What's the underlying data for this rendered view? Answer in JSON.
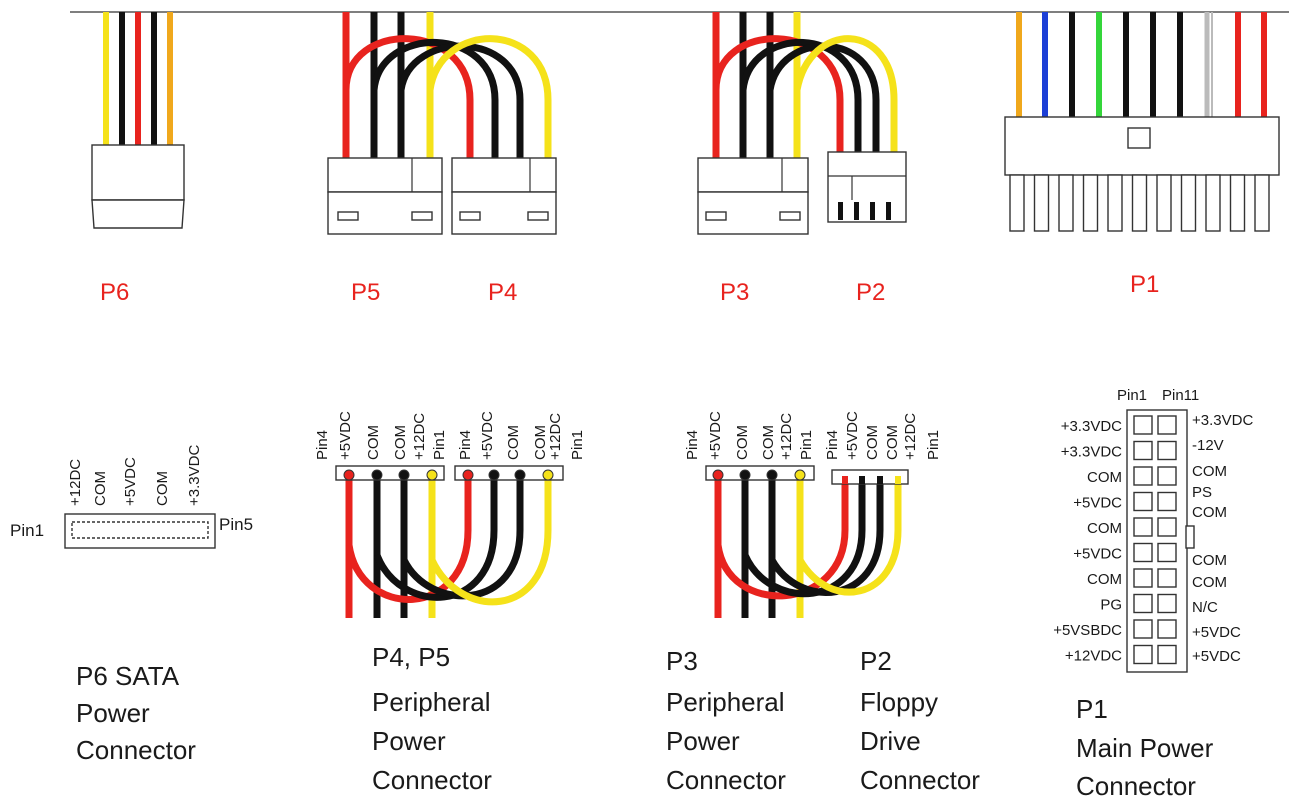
{
  "colors": {
    "red": "#e8231e",
    "black": "#111111",
    "yellow": "#f5e21a",
    "orange": "#f0a81c",
    "blue": "#1c3fd6",
    "green": "#34d63a",
    "label_red": "#e8231e"
  },
  "connectors": {
    "p6": "P6",
    "p5": "P5",
    "p4": "P4",
    "p3": "P3",
    "p2": "P2",
    "p1": "P1"
  },
  "sata": {
    "pins": [
      "+12DC",
      "COM",
      "+5VDC",
      "COM",
      "+3.3VDC"
    ],
    "pin1": "Pin1",
    "pin5": "Pin5",
    "caption": [
      "P6 SATA",
      "Power",
      "Connector"
    ]
  },
  "p5pins": {
    "labels": [
      "Pin4",
      "+5VDC",
      "COM",
      "COM",
      "+12DC",
      "Pin1"
    ]
  },
  "p4pins": {
    "labels": [
      "Pin4",
      "+5VDC",
      "COM",
      "COM",
      "+12DC",
      "Pin1"
    ]
  },
  "p45caption": [
    "P4, P5",
    "Peripheral",
    "Power",
    "Connector"
  ],
  "p3pins": {
    "labels": [
      "Pin4",
      "+5VDC",
      "COM",
      "COM",
      "+12DC",
      "Pin1"
    ]
  },
  "p2pins": {
    "labels": [
      "Pin4",
      "+5VDC",
      "COM",
      "COM",
      "+12DC",
      "Pin1"
    ]
  },
  "p3caption": [
    "P3",
    "Peripheral",
    "Power",
    "Connector"
  ],
  "p2caption": [
    "P2",
    "Floppy",
    "Drive",
    "Connector"
  ],
  "main": {
    "pin1": "Pin1",
    "pin11": "Pin11",
    "left": [
      "+3.3VDC",
      "+3.3VDC",
      "COM",
      "+5VDC",
      "COM",
      "+5VDC",
      "COM",
      "PG",
      "+5VSBDC",
      "+12VDC"
    ],
    "right": [
      "+3.3VDC",
      "-12V",
      "COM",
      "PS",
      "COM",
      "COM",
      "COM",
      "N/C",
      "+5VDC",
      "+5VDC"
    ],
    "caption": [
      "P1",
      "Main Power",
      "Connector"
    ]
  }
}
